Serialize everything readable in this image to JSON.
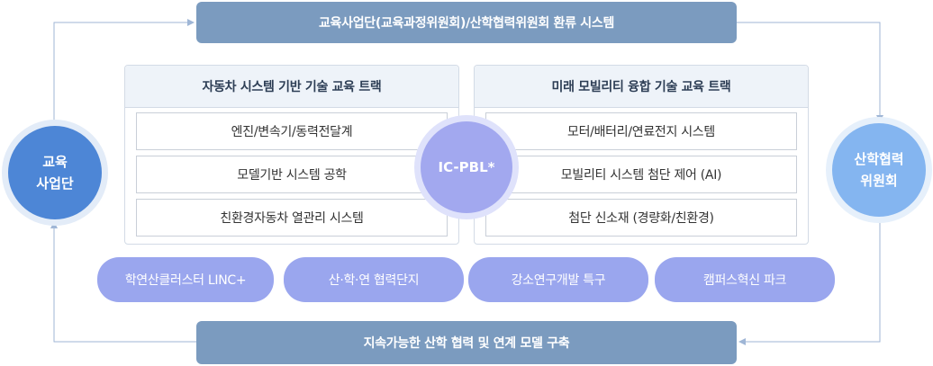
{
  "top_banner": "교육사업단(교육과정위원회)/산학협력위원회 환류 시스템",
  "bottom_banner": "지속가능한 산학 협력 및 연계 모델 구축",
  "left_circle": {
    "line1": "교육",
    "line2": "사업단",
    "color": "#4d86d6",
    "ring": "#e3ecf8"
  },
  "right_circle": {
    "line1": "산학협력",
    "line2": "위원회",
    "color": "#84b5f0",
    "ring": "#e6f0fb"
  },
  "center_circle": {
    "label": "IC-PBL*",
    "color": "#a2a8ef",
    "ring": "#dfe2fb"
  },
  "track_left": {
    "title": "자동차 시스템 기반 기술 교육 트랙",
    "items": [
      "엔진/변속기/동력전달계",
      "모델기반 시스템 공학",
      "친환경자동차 열관리 시스템"
    ]
  },
  "track_right": {
    "title": "미래 모빌리티 융합 기술 교육 트랙",
    "items": [
      "모터/배터리/연료전지 시스템",
      "모빌리티 시스템 첨단 제어 (AI)",
      "첨단 신소재 (경량화/친환경)"
    ]
  },
  "pills": [
    "학연산클러스터 LINC+",
    "산·학·연 협력단지",
    "강소연구개발 특구",
    "캠퍼스혁신 파크"
  ],
  "colors": {
    "banner": "#7b9bbf",
    "pill": "#9aa6ee",
    "line": "#9fb6d6"
  }
}
